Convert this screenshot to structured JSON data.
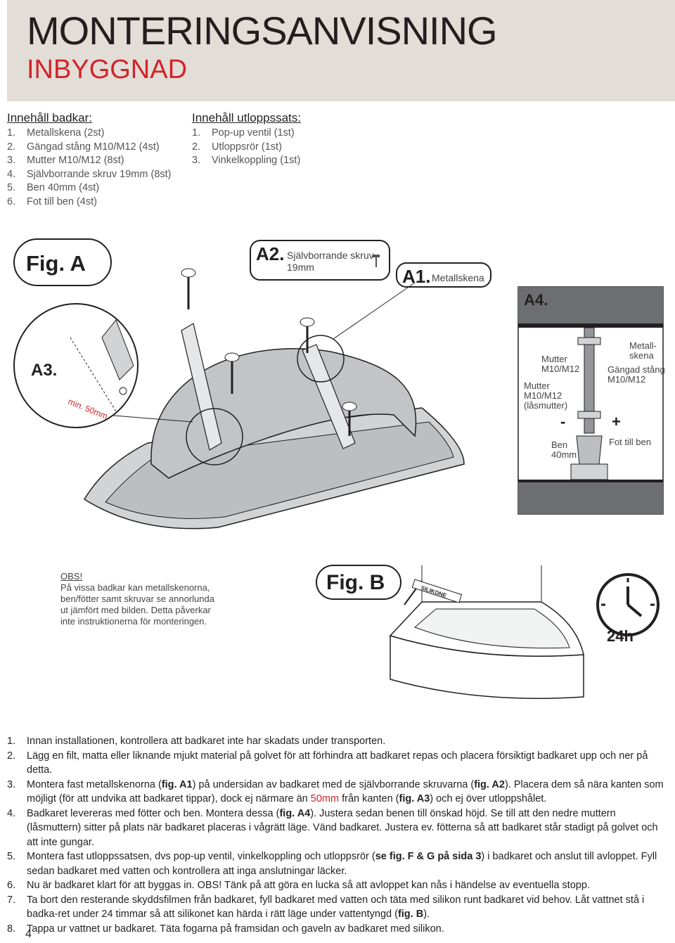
{
  "header": {
    "title": "MONTERINGSANVISNING",
    "subtitle": "INBYGGNAD"
  },
  "bath_contents": {
    "title": "Innehåll badkar:",
    "items": [
      {
        "n": "1.",
        "text": "Metallskena (2st)"
      },
      {
        "n": "2.",
        "text": "Gängad stång M10/M12 (4st)"
      },
      {
        "n": "3.",
        "text": "Mutter M10/M12 (8st)"
      },
      {
        "n": "4.",
        "text": "Självborrande skruv 19mm (8st)"
      },
      {
        "n": "5.",
        "text": "Ben 40mm (4st)"
      },
      {
        "n": "6.",
        "text": "Fot till ben (4st)"
      }
    ]
  },
  "outlet_contents": {
    "title": "Innehåll utloppssats:",
    "items": [
      {
        "n": "1.",
        "text": "Pop-up ventil (1st)"
      },
      {
        "n": "2.",
        "text": "Utloppsrör (1st)"
      },
      {
        "n": "3.",
        "text": "Vinkelkoppling (1st)"
      }
    ]
  },
  "fig_a": {
    "label": "Fig. A",
    "a2": {
      "id": "A2.",
      "text1": "Självborrande skruv",
      "text2": "19mm"
    },
    "a1": {
      "id": "A1.",
      "text": "Metallskena"
    },
    "a3": {
      "id": "A3.",
      "min": "min. 50mm"
    },
    "a4": {
      "id": "A4.",
      "mutter_top_1": "Mutter",
      "mutter_top_2": "M10/M12",
      "mutter_lock_1": "Mutter",
      "mutter_lock_2": "M10/M12",
      "mutter_lock_3": "(låsmutter)",
      "metall_1": "Metall-",
      "metall_2": "skena",
      "gangad_1": "Gängad stång",
      "gangad_2": "M10/M12",
      "minus": "-",
      "plus": "+",
      "ben_1": "Ben",
      "ben_2": "40mm",
      "fot": "Fot till ben"
    }
  },
  "obs": {
    "title": "OBS!",
    "lines": [
      "På vissa badkar kan metallskenorna,",
      "ben/fötter samt skruvar se annorlunda",
      "ut jämfört med bilden. Detta påverkar",
      "inte instruktionerna för monteringen."
    ]
  },
  "fig_b": {
    "label": "Fig. B",
    "silikone": "SILIKONE",
    "time": "24h"
  },
  "steps": [
    {
      "n": "1.",
      "parts": [
        {
          "t": "Innan installationen, kontrollera att badkaret inte har skadats under transporten."
        }
      ]
    },
    {
      "n": "2.",
      "parts": [
        {
          "t": "Lägg en filt, matta eller liknande mjukt material på golvet för att förhindra att badkaret repas och placera försiktigt badkaret upp och ner på detta."
        }
      ]
    },
    {
      "n": "3.",
      "parts": [
        {
          "t": "Montera fast metallskenorna ("
        },
        {
          "t": "fig. A1",
          "b": true
        },
        {
          "t": ") på undersidan av badkaret med de självborrande skruvarna ("
        },
        {
          "t": "fig. A2",
          "b": true
        },
        {
          "t": "). Placera dem så nära kanten som möjligt (för att undvika att badkaret tippar), dock ej närmare än "
        },
        {
          "t": "50mm",
          "red": true
        },
        {
          "t": " från kanten ("
        },
        {
          "t": "fig. A3",
          "b": true
        },
        {
          "t": ") och ej över utloppshålet."
        }
      ]
    },
    {
      "n": "4.",
      "parts": [
        {
          "t": "Badkaret levereras med fötter och ben. Montera dessa ("
        },
        {
          "t": "fig. A4",
          "b": true
        },
        {
          "t": "). Justera sedan benen till önskad höjd. Se till att den nedre muttern (låsmuttern) sitter på plats när badkaret placeras i vågrätt läge. Vänd badkaret. Justera ev. fötterna så att badkaret står stadigt på golvet och att inte gungar."
        }
      ]
    },
    {
      "n": "5.",
      "parts": [
        {
          "t": "Montera fast utloppssatsen, dvs pop-up ventil, vinkelkoppling och utloppsrör ("
        },
        {
          "t": "se fig. F & G på sida 3",
          "b": true
        },
        {
          "t": ") i badkaret och anslut till avloppet. Fyll sedan badkaret med vatten och kontrollera att inga anslutningar läcker."
        }
      ]
    },
    {
      "n": "6.",
      "parts": [
        {
          "t": "Nu är badkaret klart för att byggas in. OBS! Tänk på att göra en lucka så att avloppet kan nås i händelse av eventuella stopp."
        }
      ]
    },
    {
      "n": "7.",
      "parts": [
        {
          "t": "Ta bort den resterande skyddsfilmen från badkaret, fyll badkaret med vatten och täta med silikon runt badkaret vid behov. Låt vattnet stå i badka-ret under 24 timmar så att silikonet kan härda i rätt läge under vattentyngd ("
        },
        {
          "t": "fig. B",
          "b": true
        },
        {
          "t": ")."
        }
      ]
    },
    {
      "n": "8.",
      "parts": [
        {
          "t": "Tappa ur vattnet ur badkaret. Täta fogarna på framsidan och gaveln av badkaret med silikon."
        }
      ]
    }
  ],
  "page_number": "4"
}
